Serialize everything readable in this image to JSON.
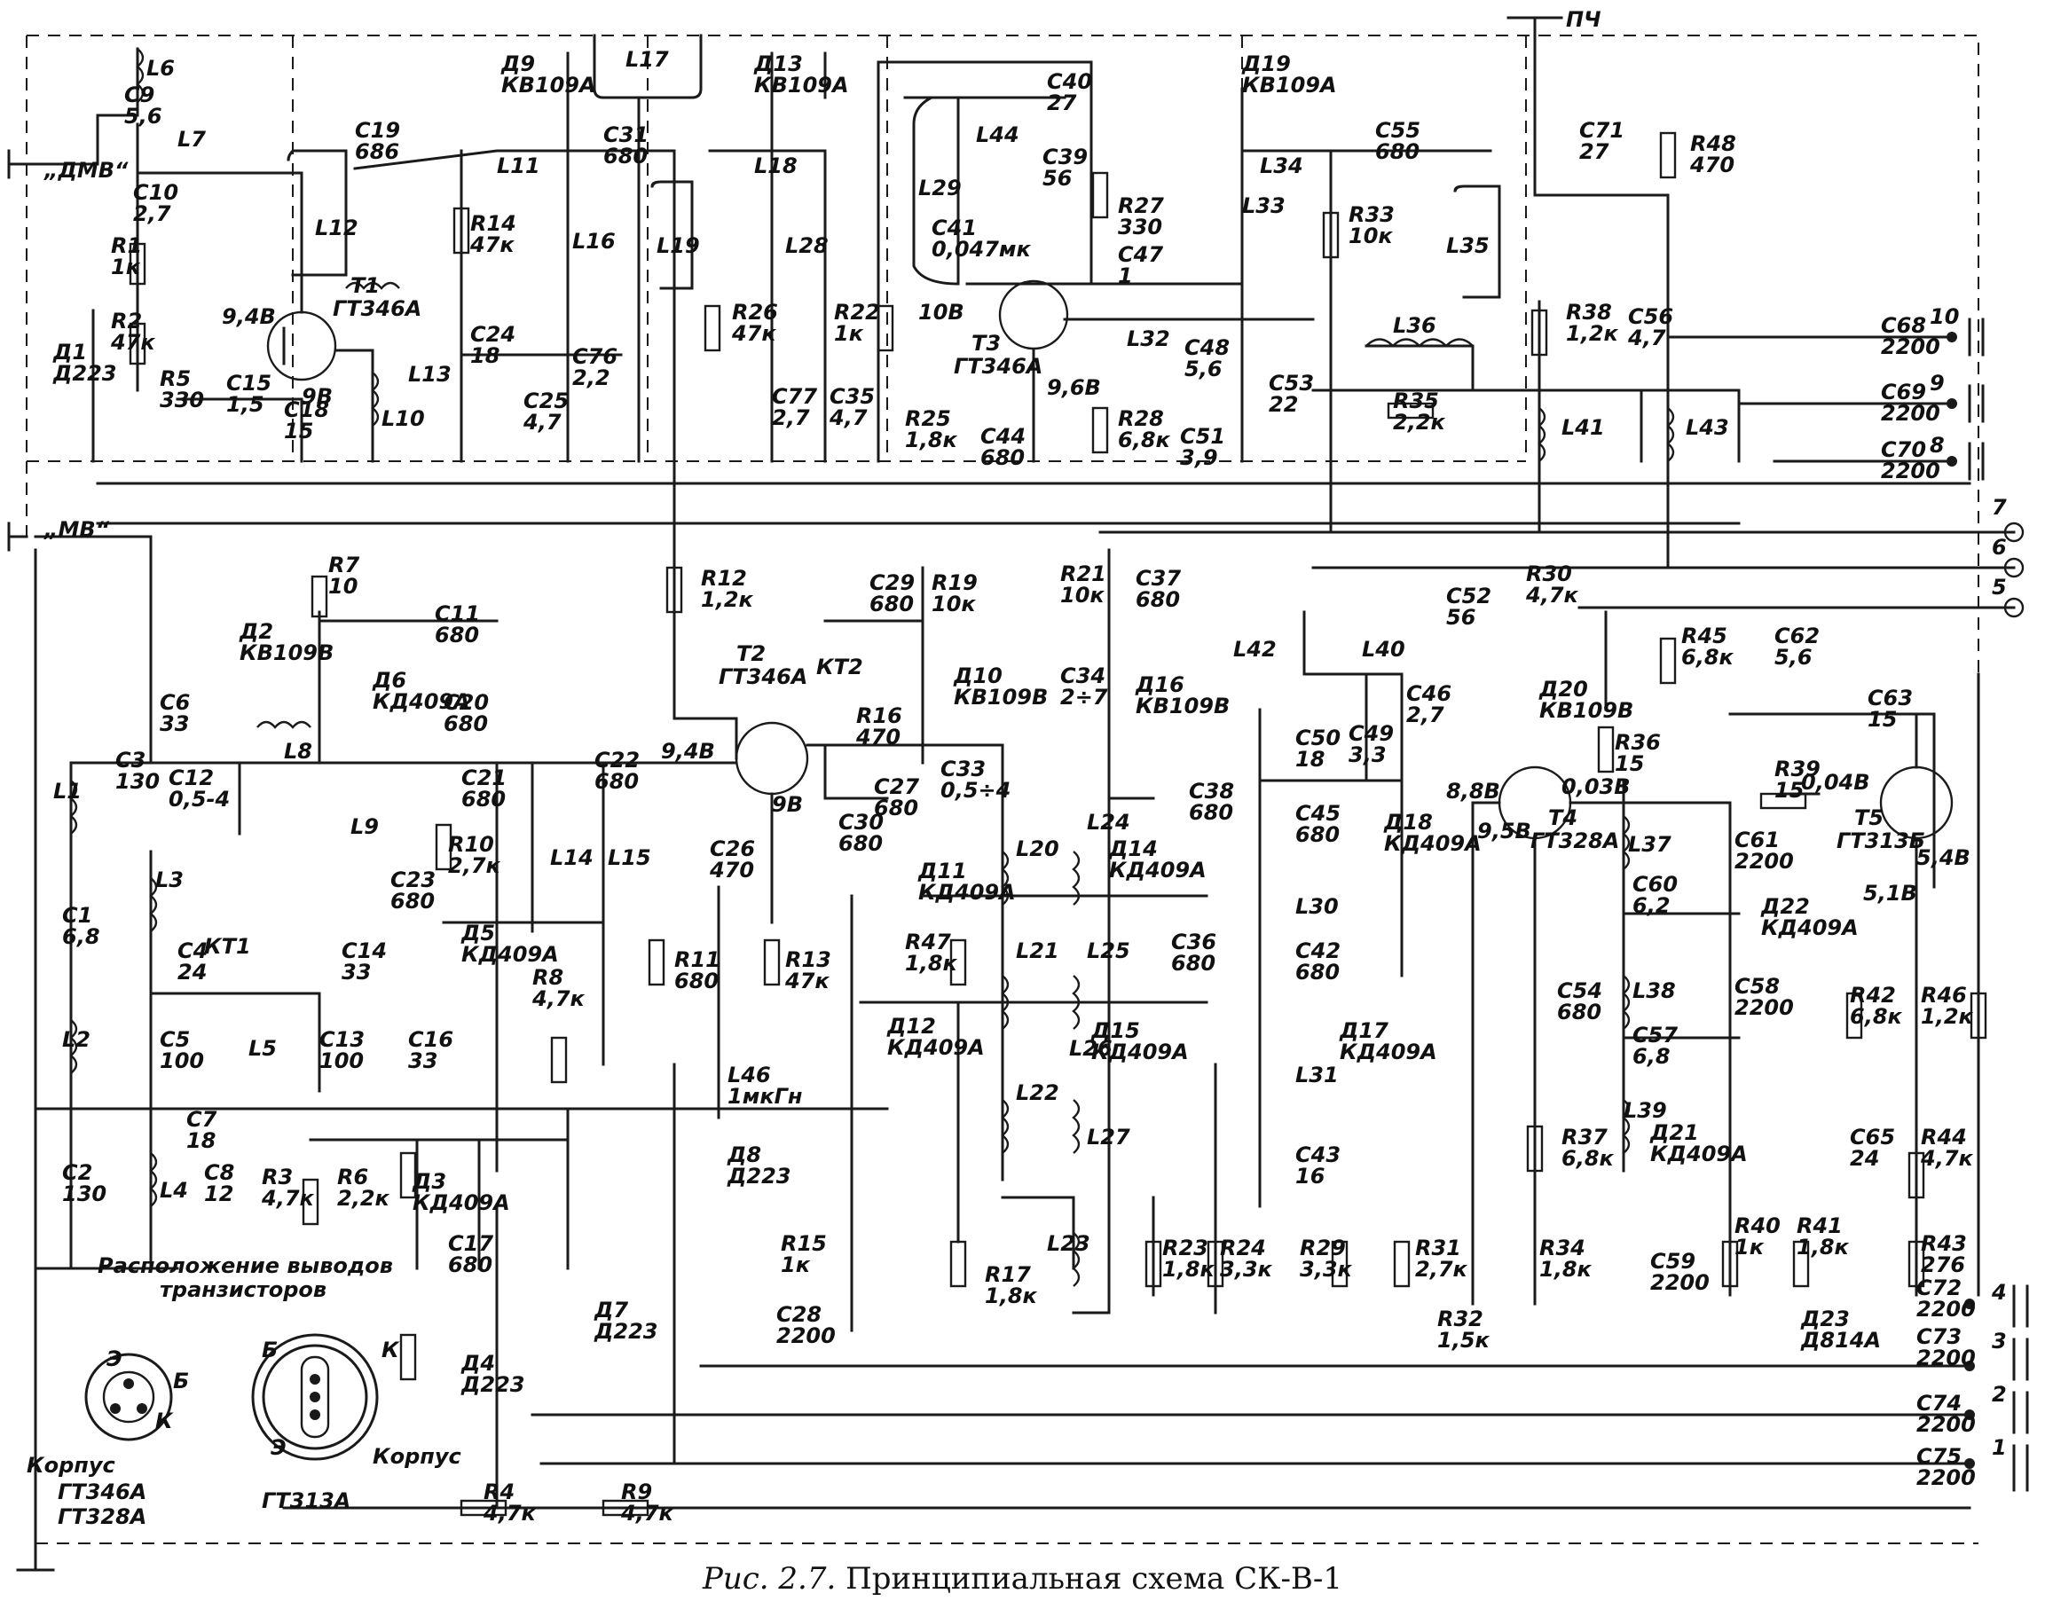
{
  "caption": {
    "prefix": "Рис.",
    "number": "2.7.",
    "title": "Принципиальная схема СК-В-1"
  },
  "inputs": {
    "dmv": "„ДМВ“",
    "mv": "„МВ“",
    "if_out": "ПЧ"
  },
  "transistors": {
    "t1": {
      "ref": "T1",
      "type": "ГТ346А",
      "vc": "9,4В",
      "ve": "9В"
    },
    "t2": {
      "ref": "T2",
      "type": "ГТ346А",
      "vb": "9,4В",
      "ve": "9В"
    },
    "t3": {
      "ref": "T3",
      "type": "ГТ346А",
      "vb": "10В",
      "ve": "9,6В"
    },
    "t4": {
      "ref": "T4",
      "type": "ГТ328А",
      "vb": "8,8В",
      "ve": "9,5В",
      "vc": "0,03В"
    },
    "t5": {
      "ref": "T5",
      "type": "ГТ313Б",
      "vb": "0,04В",
      "ve": "5,4В",
      "vx": "5,1В"
    }
  },
  "test_points": {
    "kt1": "КТ1",
    "kt2": "КТ2"
  },
  "pinout": {
    "title_line1": "Расположение выводов",
    "title_line2": "транзисторов",
    "left_name1": "ГТ346А",
    "left_name2": "ГТ328А",
    "right_name": "ГТ313А",
    "pin_e": "Э",
    "pin_b": "Б",
    "pin_k": "К",
    "case": "Корпус"
  },
  "connector_pins": [
    "10",
    "9",
    "8",
    "7",
    "6",
    "5",
    "4",
    "3",
    "2",
    "1"
  ],
  "components": [
    {
      "ref": "L6",
      "val": ""
    },
    {
      "ref": "C9",
      "val": "5,6"
    },
    {
      "ref": "L7",
      "val": ""
    },
    {
      "ref": "C10",
      "val": "2,7"
    },
    {
      "ref": "R1",
      "val": "1к"
    },
    {
      "ref": "R2",
      "val": "47к"
    },
    {
      "ref": "Д1",
      "val": "Д223"
    },
    {
      "ref": "R5",
      "val": "330"
    },
    {
      "ref": "C15",
      "val": "1,5"
    },
    {
      "ref": "C18",
      "val": "15"
    },
    {
      "ref": "L12",
      "val": ""
    },
    {
      "ref": "L10",
      "val": ""
    },
    {
      "ref": "L13",
      "val": ""
    },
    {
      "ref": "C19",
      "val": "686"
    },
    {
      "ref": "L11",
      "val": ""
    },
    {
      "ref": "R14",
      "val": "47к"
    },
    {
      "ref": "C24",
      "val": "18"
    },
    {
      "ref": "Д9",
      "val": "КВ109А"
    },
    {
      "ref": "L16",
      "val": ""
    },
    {
      "ref": "C25",
      "val": "4,7"
    },
    {
      "ref": "C76",
      "val": "2,2"
    },
    {
      "ref": "L17",
      "val": ""
    },
    {
      "ref": "C31",
      "val": "680"
    },
    {
      "ref": "L19",
      "val": ""
    },
    {
      "ref": "Д13",
      "val": "КВ109А"
    },
    {
      "ref": "L18",
      "val": ""
    },
    {
      "ref": "L28",
      "val": ""
    },
    {
      "ref": "R26",
      "val": "47к"
    },
    {
      "ref": "R22",
      "val": "1к"
    },
    {
      "ref": "C77",
      "val": "2,7"
    },
    {
      "ref": "C35",
      "val": "4,7"
    },
    {
      "ref": "R25",
      "val": "1,8к"
    },
    {
      "ref": "C40",
      "val": "27"
    },
    {
      "ref": "L44",
      "val": ""
    },
    {
      "ref": "C39",
      "val": "56"
    },
    {
      "ref": "L29",
      "val": ""
    },
    {
      "ref": "C41",
      "val": "0,047мк"
    },
    {
      "ref": "R27",
      "val": "330"
    },
    {
      "ref": "C47",
      "val": "1"
    },
    {
      "ref": "L32",
      "val": ""
    },
    {
      "ref": "C48",
      "val": "5,6"
    },
    {
      "ref": "C44",
      "val": "680"
    },
    {
      "ref": "R28",
      "val": "6,8к"
    },
    {
      "ref": "C51",
      "val": "3,9"
    },
    {
      "ref": "Д19",
      "val": "КВ109А"
    },
    {
      "ref": "L34",
      "val": ""
    },
    {
      "ref": "L33",
      "val": ""
    },
    {
      "ref": "C55",
      "val": "680"
    },
    {
      "ref": "R33",
      "val": "10к"
    },
    {
      "ref": "L35",
      "val": ""
    },
    {
      "ref": "C53",
      "val": "22"
    },
    {
      "ref": "L36",
      "val": ""
    },
    {
      "ref": "R35",
      "val": "2,2к"
    },
    {
      "ref": "C71",
      "val": "27"
    },
    {
      "ref": "R48",
      "val": "470"
    },
    {
      "ref": "R38",
      "val": "1,2к"
    },
    {
      "ref": "C56",
      "val": "4,7"
    },
    {
      "ref": "L41",
      "val": ""
    },
    {
      "ref": "L43",
      "val": ""
    },
    {
      "ref": "C68",
      "val": "2200"
    },
    {
      "ref": "C69",
      "val": "2200"
    },
    {
      "ref": "C70",
      "val": "2200"
    },
    {
      "ref": "R7",
      "val": "10"
    },
    {
      "ref": "C11",
      "val": "680"
    },
    {
      "ref": "Д2",
      "val": "КВ109В"
    },
    {
      "ref": "Д6",
      "val": "КД409А"
    },
    {
      "ref": "C20",
      "val": "680"
    },
    {
      "ref": "C6",
      "val": "33"
    },
    {
      "ref": "L8",
      "val": ""
    },
    {
      "ref": "C3",
      "val": "130"
    },
    {
      "ref": "C12",
      "val": "0,5-4"
    },
    {
      "ref": "L9",
      "val": ""
    },
    {
      "ref": "L1",
      "val": ""
    },
    {
      "ref": "C21",
      "val": "680"
    },
    {
      "ref": "C22",
      "val": "680"
    },
    {
      "ref": "R10",
      "val": "2,7к"
    },
    {
      "ref": "L14",
      "val": ""
    },
    {
      "ref": "L15",
      "val": ""
    },
    {
      "ref": "C23",
      "val": "680"
    },
    {
      "ref": "L3",
      "val": ""
    },
    {
      "ref": "C1",
      "val": "6,8"
    },
    {
      "ref": "C4",
      "val": "24"
    },
    {
      "ref": "C14",
      "val": "33"
    },
    {
      "ref": "Д5",
      "val": "КД409А"
    },
    {
      "ref": "R8",
      "val": "4,7к"
    },
    {
      "ref": "L2",
      "val": ""
    },
    {
      "ref": "C5",
      "val": "100"
    },
    {
      "ref": "L5",
      "val": ""
    },
    {
      "ref": "C13",
      "val": "100"
    },
    {
      "ref": "C16",
      "val": "33"
    },
    {
      "ref": "C7",
      "val": "18"
    },
    {
      "ref": "C2",
      "val": "130"
    },
    {
      "ref": "L4",
      "val": ""
    },
    {
      "ref": "C8",
      "val": "12"
    },
    {
      "ref": "R3",
      "val": "4,7к"
    },
    {
      "ref": "R6",
      "val": "2,2к"
    },
    {
      "ref": "Д3",
      "val": "КД409А"
    },
    {
      "ref": "C17",
      "val": "680"
    },
    {
      "ref": "R12",
      "val": "1,2к"
    },
    {
      "ref": "C26",
      "val": "470"
    },
    {
      "ref": "R11",
      "val": "680"
    },
    {
      "ref": "R13",
      "val": "47к"
    },
    {
      "ref": "L46",
      "val": "1мкГн"
    },
    {
      "ref": "Д8",
      "val": "Д223"
    },
    {
      "ref": "Д7",
      "val": "Д223"
    },
    {
      "ref": "Д4",
      "val": "Д223"
    },
    {
      "ref": "R4",
      "val": "4,7к"
    },
    {
      "ref": "R9",
      "val": "4,7к"
    },
    {
      "ref": "C29",
      "val": "680"
    },
    {
      "ref": "R19",
      "val": "10к"
    },
    {
      "ref": "Д10",
      "val": "КВ109В"
    },
    {
      "ref": "R16",
      "val": "470"
    },
    {
      "ref": "C27",
      "val": "680"
    },
    {
      "ref": "C30",
      "val": "680"
    },
    {
      "ref": "C33",
      "val": "0,5÷4"
    },
    {
      "ref": "C34",
      "val": "2÷7"
    },
    {
      "ref": "R21",
      "val": "10к"
    },
    {
      "ref": "C37",
      "val": "680"
    },
    {
      "ref": "Д16",
      "val": "КВ109В"
    },
    {
      "ref": "Д11",
      "val": "КД409А"
    },
    {
      "ref": "R47",
      "val": "1,8к"
    },
    {
      "ref": "Д12",
      "val": "КД409А"
    },
    {
      "ref": "L20",
      "val": ""
    },
    {
      "ref": "L21",
      "val": ""
    },
    {
      "ref": "L22",
      "val": ""
    },
    {
      "ref": "L23",
      "val": ""
    },
    {
      "ref": "L24",
      "val": ""
    },
    {
      "ref": "L25",
      "val": ""
    },
    {
      "ref": "L26",
      "val": ""
    },
    {
      "ref": "L27",
      "val": ""
    },
    {
      "ref": "Д14",
      "val": "КД409А"
    },
    {
      "ref": "Д15",
      "val": "КД409А"
    },
    {
      "ref": "C36",
      "val": "680"
    },
    {
      "ref": "C38",
      "val": "680"
    },
    {
      "ref": "R15",
      "val": "1к"
    },
    {
      "ref": "C28",
      "val": "2200"
    },
    {
      "ref": "R17",
      "val": "1,8к"
    },
    {
      "ref": "R23",
      "val": "1,8к"
    },
    {
      "ref": "R24",
      "val": "3,3к"
    },
    {
      "ref": "R29",
      "val": "3,3к"
    },
    {
      "ref": "L42",
      "val": ""
    },
    {
      "ref": "L40",
      "val": ""
    },
    {
      "ref": "C52",
      "val": "56"
    },
    {
      "ref": "R30",
      "val": "4,7к"
    },
    {
      "ref": "Д20",
      "val": "КВ109В"
    },
    {
      "ref": "C46",
      "val": "2,7"
    },
    {
      "ref": "C49",
      "val": "3,3"
    },
    {
      "ref": "C50",
      "val": "18"
    },
    {
      "ref": "C45",
      "val": "680"
    },
    {
      "ref": "L30",
      "val": ""
    },
    {
      "ref": "C42",
      "val": "680"
    },
    {
      "ref": "L31",
      "val": ""
    },
    {
      "ref": "C43",
      "val": "16"
    },
    {
      "ref": "Д18",
      "val": "КД409А"
    },
    {
      "ref": "Д17",
      "val": "КД409А"
    },
    {
      "ref": "R31",
      "val": "2,7к"
    },
    {
      "ref": "R32",
      "val": "1,5к"
    },
    {
      "ref": "R36",
      "val": "15"
    },
    {
      "ref": "R45",
      "val": "6,8к"
    },
    {
      "ref": "C62",
      "val": "5,6"
    },
    {
      "ref": "C63",
      "val": "15"
    },
    {
      "ref": "R39",
      "val": "15"
    },
    {
      "ref": "L37",
      "val": ""
    },
    {
      "ref": "C61",
      "val": "2200"
    },
    {
      "ref": "C60",
      "val": "6,2"
    },
    {
      "ref": "Д22",
      "val": "КД409А"
    },
    {
      "ref": "L38",
      "val": ""
    },
    {
      "ref": "C58",
      "val": "2200"
    },
    {
      "ref": "C57",
      "val": "6,8"
    },
    {
      "ref": "L39",
      "val": ""
    },
    {
      "ref": "Д21",
      "val": "КД409А"
    },
    {
      "ref": "C54",
      "val": "680"
    },
    {
      "ref": "R37",
      "val": "6,8к"
    },
    {
      "ref": "R34",
      "val": "1,8к"
    },
    {
      "ref": "C59",
      "val": "2200"
    },
    {
      "ref": "R40",
      "val": "1к"
    },
    {
      "ref": "R41",
      "val": "1,8к"
    },
    {
      "ref": "R42",
      "val": "6,8к"
    },
    {
      "ref": "R46",
      "val": "1,2к"
    },
    {
      "ref": "C65",
      "val": "24"
    },
    {
      "ref": "R44",
      "val": "4,7к"
    },
    {
      "ref": "R43",
      "val": "276"
    },
    {
      "ref": "Д23",
      "val": "Д814А"
    },
    {
      "ref": "C72",
      "val": "2200"
    },
    {
      "ref": "C73",
      "val": "2200"
    },
    {
      "ref": "C74",
      "val": "2200"
    },
    {
      "ref": "C75",
      "val": "2200"
    }
  ]
}
